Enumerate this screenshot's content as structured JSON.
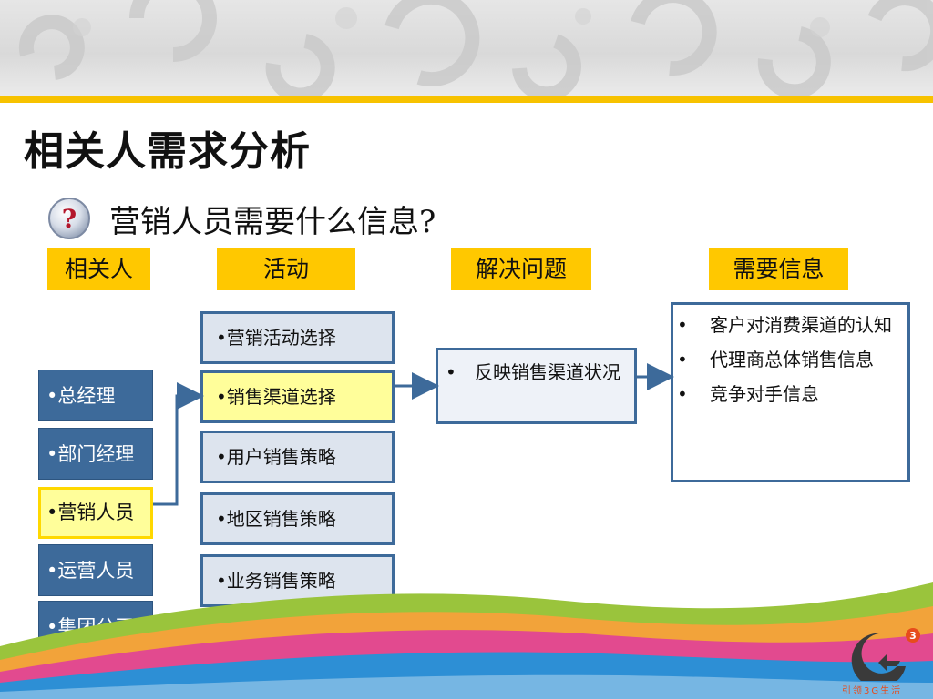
{
  "title": "相关人需求分析",
  "subtitle": "营销人员需要什么信息?",
  "headers": {
    "stakeholder": "相关人",
    "activity": "活动",
    "problem": "解决问题",
    "info": "需要信息"
  },
  "stakeholders": [
    "•总经理",
    "•部门经理",
    "•营销人员",
    "•运营人员",
    "•集团公司"
  ],
  "activities": [
    "•营销活动选择",
    "•销售渠道选择",
    "•用户销售策略",
    "•地区销售策略",
    "•业务销售策略"
  ],
  "problem": {
    "bullet": "•",
    "text": "反映销售渠道状况"
  },
  "needs": [
    {
      "bullet": "•",
      "text": "客户对消费渠道的认知"
    },
    {
      "bullet": "•",
      "text": "代理商总体销售信息"
    },
    {
      "bullet": "•",
      "text": "竞争对手信息"
    }
  ],
  "logo": {
    "tagline": "引领3G生活"
  },
  "colors": {
    "accent_yellow": "#ffc800",
    "box_blue": "#3d6a9a",
    "highlight": "#fffe9a"
  },
  "icons": {
    "question": "question-mark-icon"
  }
}
